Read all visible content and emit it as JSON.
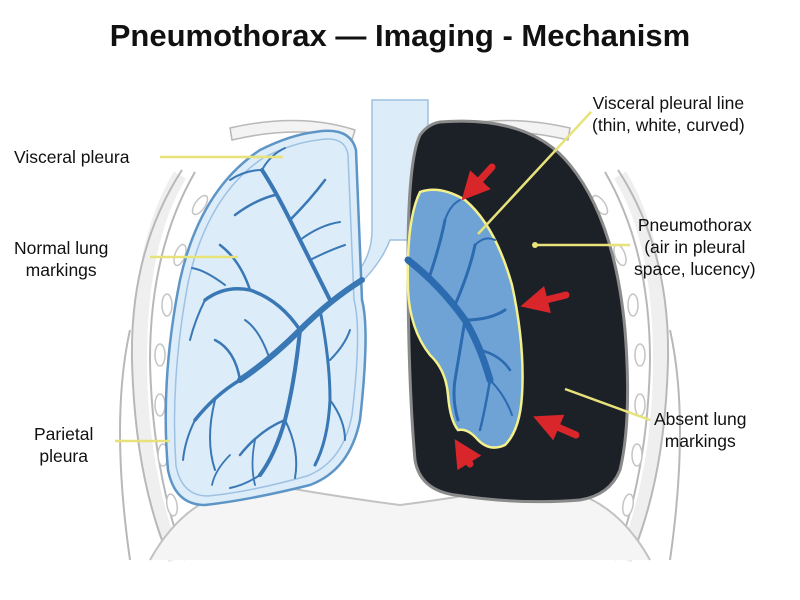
{
  "title": "Pneumothorax — Imaging - Mechanism",
  "labels": {
    "visceral_pleura": [
      "Visceral pleura"
    ],
    "normal_lung_markings": [
      "Normal lung",
      "markings"
    ],
    "parietal_pleura": [
      "Parietal",
      "pleura"
    ],
    "visceral_pleural_line": [
      "Visceral pleural line",
      "(thin, white, curved)"
    ],
    "pneumothorax": [
      "Pneumothorax",
      "(air in pleural",
      "space, lucency)"
    ],
    "absent_lung_markings": [
      "Absent lung",
      "markings"
    ]
  },
  "colors": {
    "lung_fill": "#dcecf9",
    "lung_outline": "#5e95c7",
    "vessels": "#3a78b5",
    "collapsed_lung": "#6fa3d6",
    "air_space": "#1c2128",
    "pleural_line": "#f4f08a",
    "arrows": "#d9262b",
    "leader_lines": "#e8e27a"
  }
}
